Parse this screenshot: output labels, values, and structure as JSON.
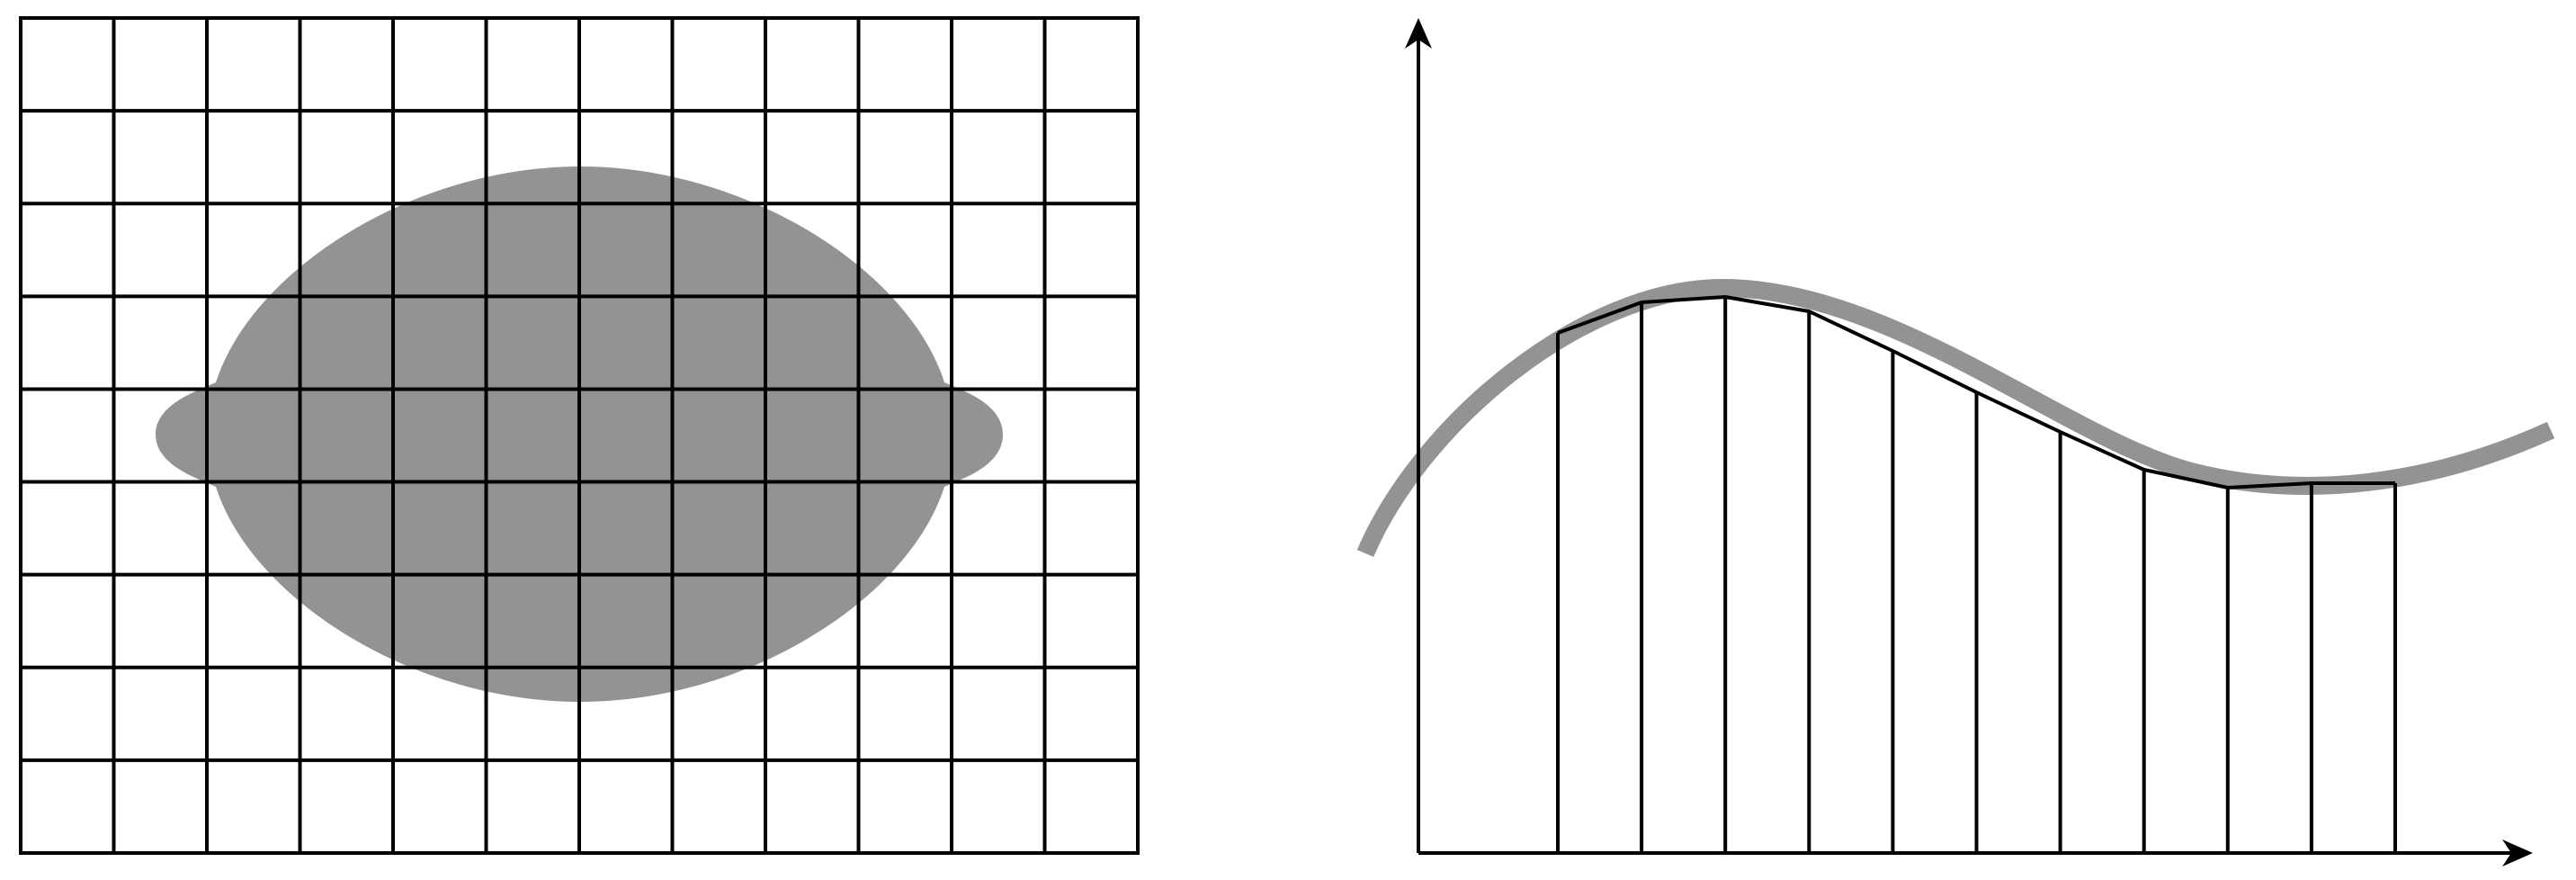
{
  "diagram": {
    "colors": {
      "stroke": "#000000",
      "fill": "#939393",
      "background": "#ffffff"
    },
    "left_panel": {
      "grid": {
        "columns": 12,
        "rows": 9
      },
      "shape": "ellipse-blob"
    },
    "right_panel": {
      "axes": {
        "x_arrow": true,
        "y_arrow": true
      },
      "curve": "smooth-gray-curve",
      "strips": {
        "count": 10,
        "top_edge": "piecewise-linear"
      }
    }
  }
}
